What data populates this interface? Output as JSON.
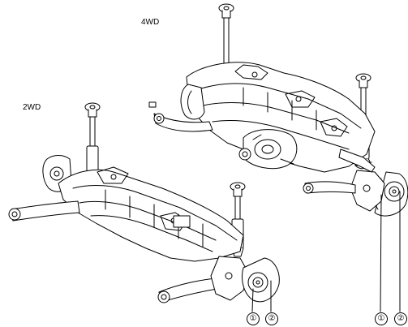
{
  "labels": {
    "top_variant": "4WD",
    "bottom_variant": "2WD"
  },
  "callouts": {
    "front_assembly": [
      "①",
      "②"
    ],
    "rear_assembly": [
      "①",
      "②"
    ]
  }
}
